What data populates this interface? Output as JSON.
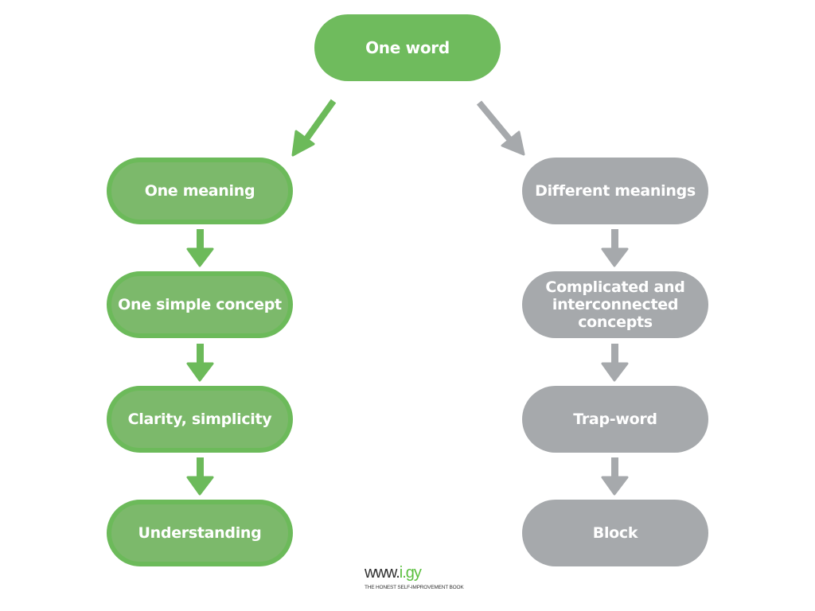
{
  "colors": {
    "green": "#6cba5a",
    "green_fill": "#7cb96b",
    "gray": "#a6a9ac",
    "brand_accent": "#5bbf3f"
  },
  "root": {
    "label": "One word"
  },
  "left_branch": {
    "color": "green",
    "nodes": [
      {
        "label": "One meaning"
      },
      {
        "label": "One simple concept"
      },
      {
        "label": "Clarity, simplicity"
      },
      {
        "label": "Understanding"
      }
    ]
  },
  "right_branch": {
    "color": "gray",
    "nodes": [
      {
        "label": "Different meanings"
      },
      {
        "label": "Complicated and interconnected concepts"
      },
      {
        "label": "Trap-word"
      },
      {
        "label": "Block"
      }
    ]
  },
  "edges": [
    {
      "from": "One word",
      "to": "One meaning"
    },
    {
      "from": "One word",
      "to": "Different meanings"
    },
    {
      "from": "One meaning",
      "to": "One simple concept"
    },
    {
      "from": "One simple concept",
      "to": "Clarity, simplicity"
    },
    {
      "from": "Clarity, simplicity",
      "to": "Understanding"
    },
    {
      "from": "Different meanings",
      "to": "Complicated and interconnected concepts"
    },
    {
      "from": "Complicated and interconnected concepts",
      "to": "Trap-word"
    },
    {
      "from": "Trap-word",
      "to": "Block"
    }
  ],
  "brand": {
    "url_prefix": "www.",
    "url_accent": "i.gy",
    "tagline": "THE HONEST SELF-IMPROVEMENT BOOK"
  }
}
